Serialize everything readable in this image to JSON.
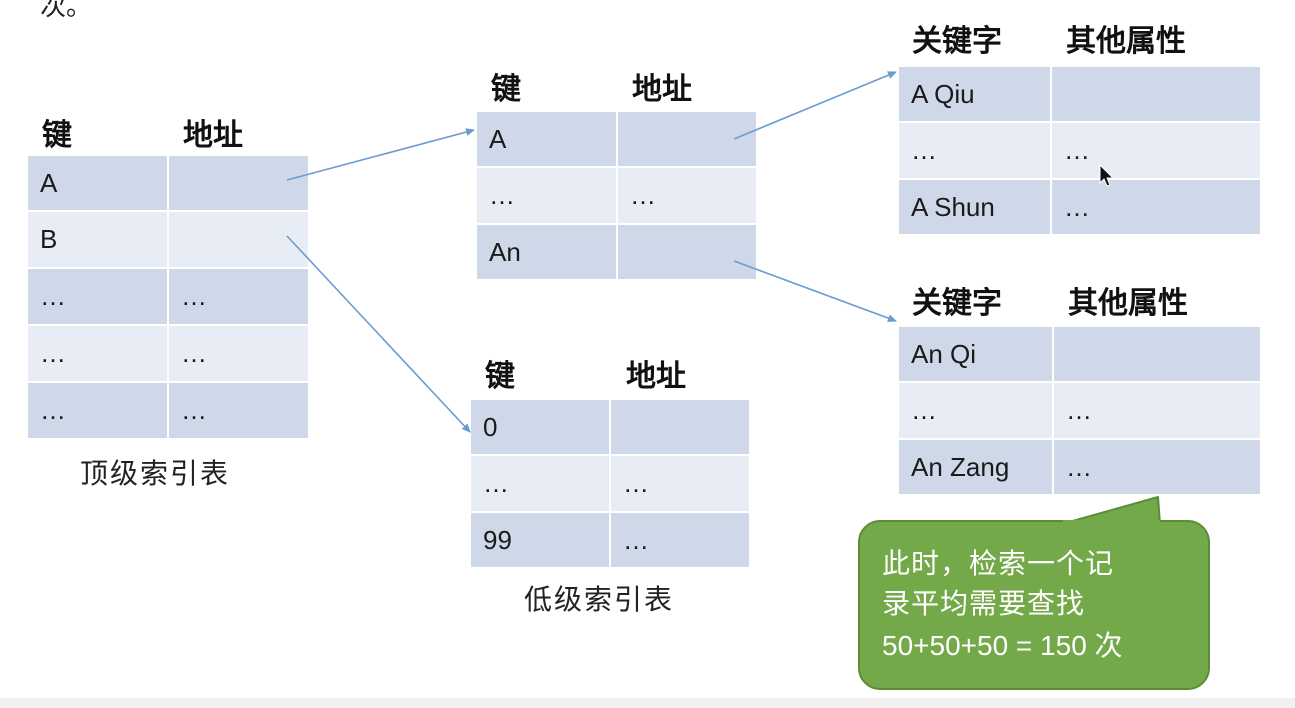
{
  "top_fragment": "次。",
  "top_table": {
    "key_header": "键",
    "addr_header": "地址",
    "rows": [
      {
        "key": "A",
        "addr": ""
      },
      {
        "key": "B",
        "addr": ""
      },
      {
        "key": "…",
        "addr": "…"
      },
      {
        "key": "…",
        "addr": "…"
      },
      {
        "key": "…",
        "addr": "…"
      }
    ],
    "caption": "顶级索引表"
  },
  "low_table_a": {
    "key_header": "键",
    "addr_header": "地址",
    "rows": [
      {
        "key": "A",
        "addr": ""
      },
      {
        "key": "…",
        "addr": "…"
      },
      {
        "key": "An",
        "addr": ""
      }
    ]
  },
  "low_table_0": {
    "key_header": "键",
    "addr_header": "地址",
    "rows": [
      {
        "key": "0",
        "addr": ""
      },
      {
        "key": "…",
        "addr": "…"
      },
      {
        "key": "99",
        "addr": "…"
      }
    ],
    "caption": "低级索引表"
  },
  "record_table_1": {
    "key_header": "关键字",
    "attr_header": "其他属性",
    "rows": [
      {
        "key": "A Qiu",
        "attr": ""
      },
      {
        "key": "…",
        "attr": "…"
      },
      {
        "key": "A Shun",
        "attr": "…"
      }
    ]
  },
  "record_table_2": {
    "key_header": "关键字",
    "attr_header": "其他属性",
    "rows": [
      {
        "key": "An Qi",
        "attr": ""
      },
      {
        "key": "…",
        "attr": "…"
      },
      {
        "key": "An Zang",
        "attr": "…"
      }
    ]
  },
  "callout": {
    "line1": "此时，检索一个记",
    "line2": "录平均需要查找",
    "line3": "50+50+50 = 150 次"
  },
  "colors": {
    "cell_dark": "#cfd8e9",
    "cell_light": "#e8ecf4",
    "arrow": "#6a9ccf",
    "callout": "#74a94a"
  }
}
